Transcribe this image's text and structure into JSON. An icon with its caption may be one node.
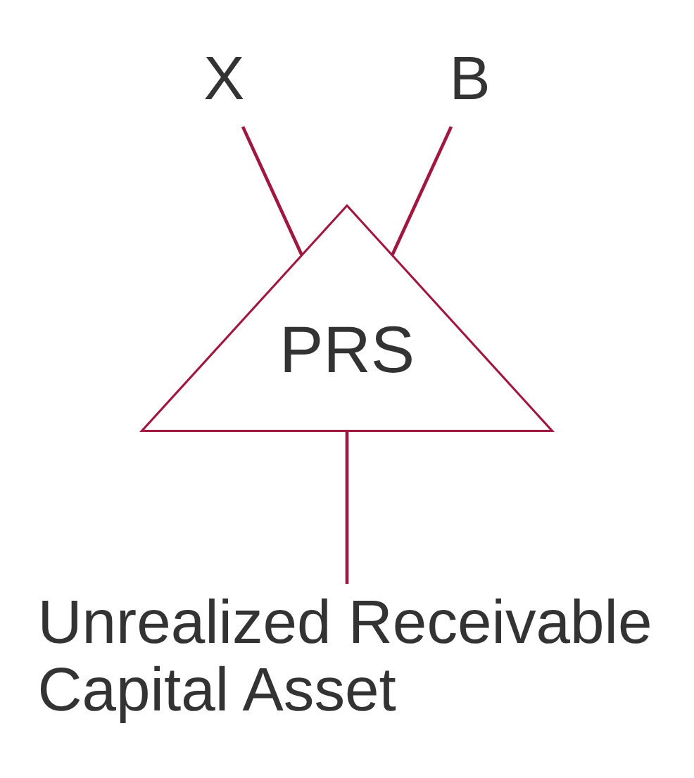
{
  "diagram": {
    "nodes": [
      {
        "text": [
          "X"
        ]
      },
      {
        "text": [
          "B"
        ]
      },
      {
        "text": [
          "PRS"
        ]
      },
      {
        "text": [
          "Unrealized Receivable",
          "Capital Asset"
        ]
      }
    ],
    "edges": [
      {
        "from": 0,
        "to": 2,
        "arrow": "none"
      },
      {
        "from": 1,
        "to": 2,
        "arrow": "none"
      },
      {
        "from": 2,
        "to": 3,
        "arrow": "none"
      }
    ]
  }
}
